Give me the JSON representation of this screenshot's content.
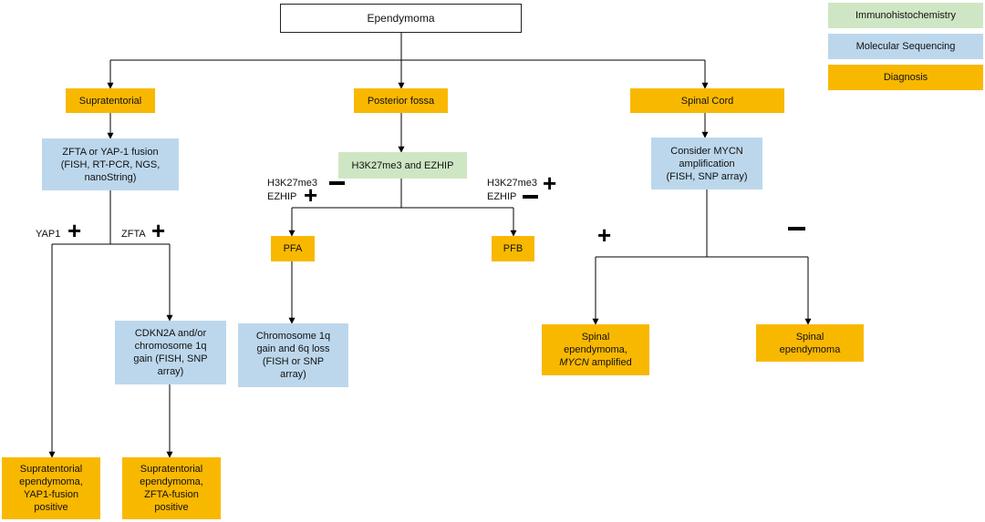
{
  "legend": {
    "ihc": "Immunohistochemistry",
    "seq": "Molecular Sequencing",
    "dx": "Diagnosis"
  },
  "colors": {
    "ihc": "#cfe6c4",
    "seq": "#bcd7ec",
    "dx": "#f9b800"
  },
  "root": "Ependymoma",
  "locations": {
    "supra": "Supratentorial",
    "posterior": "Posterior fossa",
    "spinal": "Spinal Cord"
  },
  "supra": {
    "test": [
      "ZFTA or YAP-1 fusion",
      "(FISH, RT-PCR, NGS,",
      "nanoString)"
    ],
    "yap1_label": "YAP1",
    "zfta_label": "ZFTA",
    "cdkn2a": [
      "CDKN2A and/or",
      "chromosome 1q",
      "gain (FISH, SNP",
      "array)"
    ],
    "dx_yap1": [
      "Supratentorial",
      "ependymoma,",
      "YAP1-fusion",
      "positive"
    ],
    "dx_zfta": [
      "Supratentorial",
      "ependymoma,",
      "ZFTA-fusion",
      "positive"
    ]
  },
  "posterior": {
    "test": "H3K27me3 and EZHIP",
    "left_label1": "H3K27me3",
    "left_label2": "EZHIP",
    "right_label1": "H3K27me3",
    "right_label2": "EZHIP",
    "pfa": "PFA",
    "pfb": "PFB",
    "chrom": [
      "Chromosome 1q",
      "gain and 6q loss",
      "(FISH or SNP",
      "array)"
    ]
  },
  "spinal": {
    "test": [
      "Consider MYCN",
      "amplification",
      "(FISH, SNP array)"
    ],
    "dx_mycn": [
      "Spinal",
      "ependymoma,",
      "MYCN",
      "amplified"
    ],
    "dx_plain": [
      "Spinal",
      "ependymoma"
    ]
  }
}
